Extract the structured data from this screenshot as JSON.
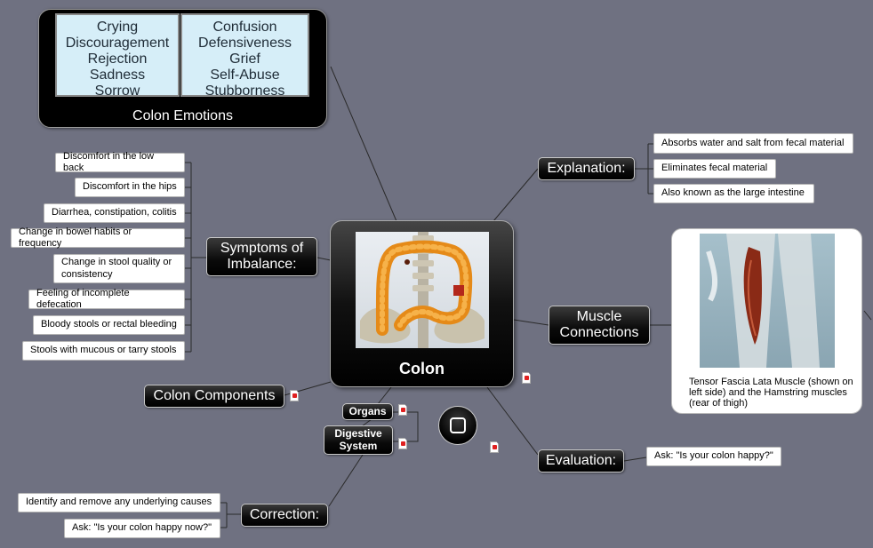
{
  "central": {
    "title": "Colon"
  },
  "emotions": {
    "title": "Colon Emotions",
    "left": [
      "Crying",
      "Discouragement",
      "Rejection",
      "Sadness",
      "Sorrow"
    ],
    "right": [
      "Confusion",
      "Defensiveness",
      "Grief",
      "Self-Abuse",
      "Stubborness"
    ]
  },
  "explanation": {
    "label": "Explanation:",
    "items": [
      "Absorbs water and salt from fecal material",
      "Eliminates fecal material",
      "Also known as the large intestine"
    ]
  },
  "symptoms": {
    "label": "Symptoms of Imbalance:",
    "items": [
      "Discomfort in the low back",
      "Discomfort in the hips",
      "Diarrhea, constipation, colitis",
      "Change in bowel habits or frequency",
      "Change in stool quality or consistency",
      "Feeling of incomplete defecation",
      "Bloody stools or rectal bleeding",
      "Stools with mucous or tarry stools"
    ]
  },
  "muscle": {
    "label": "Muscle Connections",
    "caption": "Tensor Fascia Lata Muscle (shown on left side) and the Hamstring muscles (rear of thigh)"
  },
  "components": {
    "label": "Colon Components"
  },
  "organs": {
    "label": "Organs"
  },
  "digestive": {
    "label": "Digestive System"
  },
  "evaluation": {
    "label": "Evaluation:",
    "items": [
      "Ask: \"Is your colon happy?\""
    ]
  },
  "correction": {
    "label": "Correction:",
    "items": [
      "Identify and remove any underlying causes",
      "Ask: \"Is your colon happy now?\""
    ]
  },
  "colors": {
    "background": "#6f7181",
    "topic": "#000000",
    "link": "#2a2a2a",
    "emotion_cell": "#d6eef8"
  },
  "icons": [
    "attachment-icon",
    "floating-topic-icon"
  ]
}
